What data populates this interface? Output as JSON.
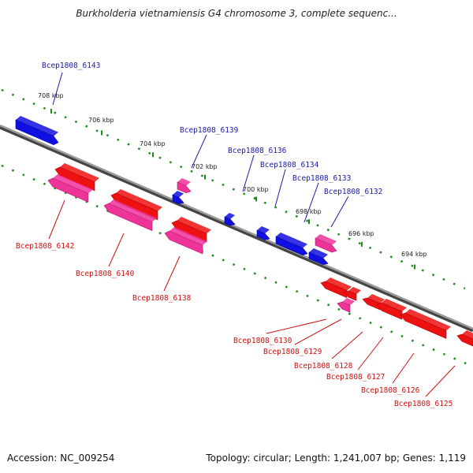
{
  "title": "Burkholderia vietnamiensis G4 chromosome 3, complete sequenc...",
  "footer": {
    "accession": "Accession: NC_009254",
    "summary": "Topology: circular; Length: 1,241,007 bp; Genes: 1,119"
  },
  "ticks": [
    "708 kbp",
    "706 kbp",
    "704 kbp",
    "702 kbp",
    "700 kbp",
    "698 kbp",
    "696 kbp",
    "694 kbp"
  ],
  "genes_forward": [
    "Bcep1808_6143",
    "Bcep1808_6139",
    "Bcep1808_6136",
    "Bcep1808_6134",
    "Bcep1808_6133",
    "Bcep1808_6132"
  ],
  "genes_reverse": [
    "Bcep1808_6142",
    "Bcep1808_6140",
    "Bcep1808_6138",
    "Bcep1808_6130",
    "Bcep1808_6129",
    "Bcep1808_6128",
    "Bcep1808_6127",
    "Bcep1808_6126",
    "Bcep1808_6125"
  ],
  "colors": {
    "forward_strand": "#1010e0",
    "reverse_strand": "#ee1111",
    "rna_feature": "#ee3399",
    "backbone": "#888888",
    "ticks": "#228822",
    "forward_label": "#1a1aa8",
    "reverse_label": "#cc1111"
  }
}
